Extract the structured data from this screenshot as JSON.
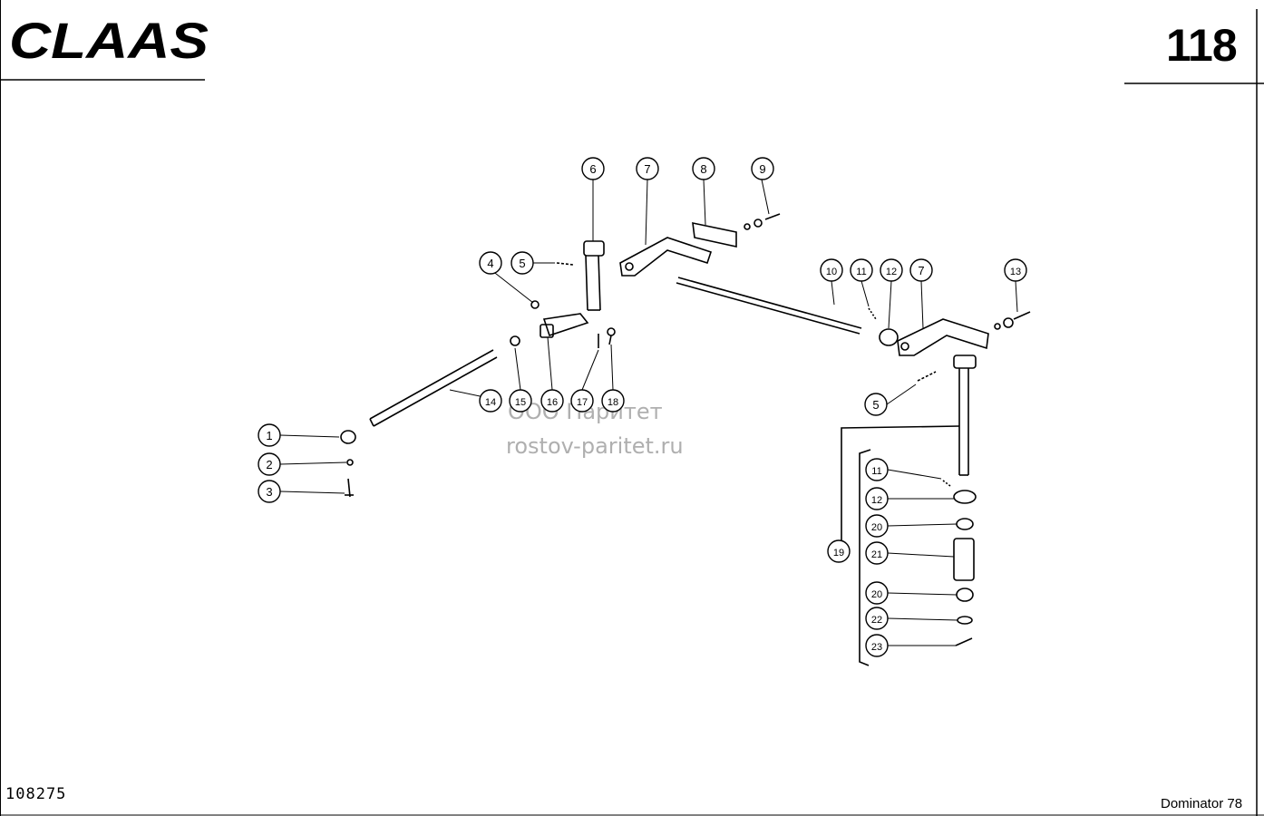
{
  "header": {
    "brand": "CLAAS",
    "page_number": "118"
  },
  "footer": {
    "drawing_number": "108275",
    "model": "Dominator 78"
  },
  "watermark": {
    "line1": "ООО Паритет",
    "line2": "rostov-paritet.ru"
  },
  "callouts": [
    "1",
    "2",
    "3",
    "4",
    "5",
    "6",
    "7",
    "8",
    "9",
    "10",
    "11",
    "12",
    "7",
    "13",
    "14",
    "15",
    "16",
    "17",
    "18",
    "5",
    "11",
    "12",
    "20",
    "21",
    "19",
    "20",
    "22",
    "23"
  ]
}
